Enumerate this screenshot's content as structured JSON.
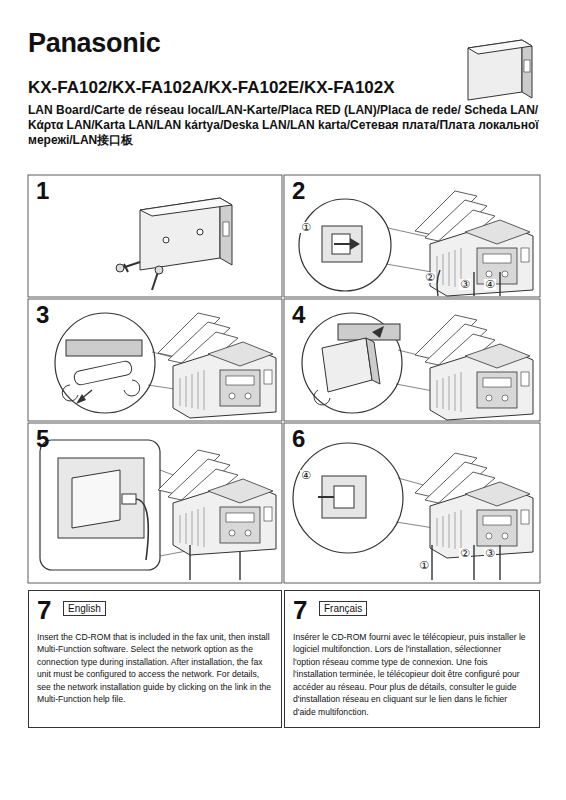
{
  "diagram": {
    "title": "KX-FA102/KX-FA102A/KX-FA102E/KX-FA102X",
    "nodes": [
      {
        "text": [
          "1"
        ]
      },
      {
        "text": [
          "2"
        ]
      },
      {
        "text": [
          "3"
        ]
      },
      {
        "text": [
          "4"
        ]
      },
      {
        "text": [
          "5"
        ]
      },
      {
        "text": [
          "6"
        ]
      },
      {
        "text": [
          "7",
          "Insert the CD-ROM that is included in the fax unit, then install Multi-Function software. Select the network option as the connection type during installation. After installation, the fax unit must be configured to access the network. For details, see the network installation guide by clicking on the link in the Multi-Function help file."
        ]
      },
      {
        "text": [
          "English"
        ],
        "in": 6
      },
      {
        "text": [
          "7",
          "Insérer le CD-ROM fourni avec le télécopieur, puis installer le logiciel multifonction. Lors de l'installation, sélectionner l'option réseau comme type de connexion. Une fois l'installation terminée, le télécopieur doit être configuré pour accéder au réseau. Pour plus de détails, consulter le guide d'installation réseau en cliquant sur le lien dans le fichier d'aide multifonction."
        ]
      },
      {
        "text": [
          "Français"
        ],
        "in": 8
      }
    ],
    "labels": [
      "Panasonic",
      "LAN Board/Carte de réseau local/LAN-Karte/Placa RED (LAN)/Placa de rede/ Scheda LAN/Κάρτα LAN/Karta LAN/LAN kártya/Deska LAN/LAN karta/Сетевая плата/Плата локальної мережі/LAN接口板",
      "①",
      "②",
      "③",
      "④",
      "④",
      "①",
      "②",
      "③"
    ]
  }
}
